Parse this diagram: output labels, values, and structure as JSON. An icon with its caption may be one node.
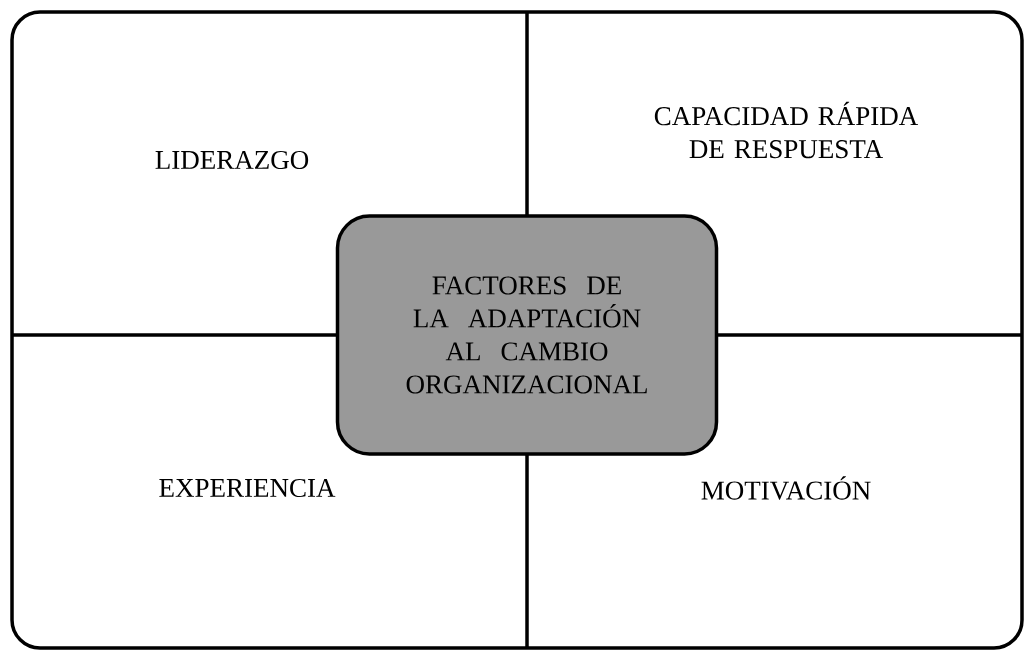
{
  "diagram": {
    "nodes": [
      {
        "text": [],
        "shape": "box"
      },
      {
        "text": [
          "LIDERAZGO"
        ],
        "in": 0
      },
      {
        "text": [
          "CAPACIDAD RÁPIDA DE RESPUESTA"
        ],
        "in": 0
      },
      {
        "text": [
          "FACTORES DE LA ADAPTACIÓN AL CAMBIO ORGANIZACIONAL"
        ],
        "in": 0
      },
      {
        "text": [
          "EXPERIENCIA"
        ],
        "in": 0
      },
      {
        "text": [
          "MOTIVACIÓN"
        ],
        "in": 0
      }
    ]
  }
}
